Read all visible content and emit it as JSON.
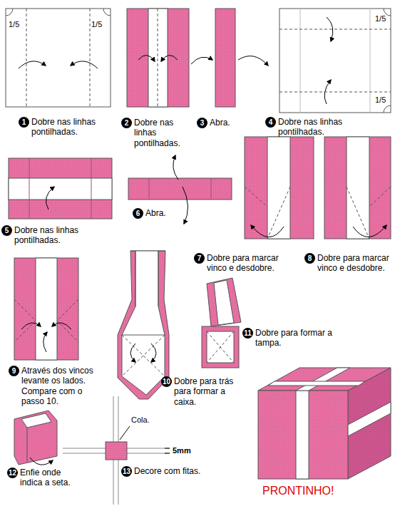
{
  "diagram": {
    "nodes": [
      {
        "text": [
          "1",
          "Dobre nas linhas pontilhadas."
        ]
      },
      {
        "text": [
          "2",
          "Dobre nas linhas pontilhadas."
        ]
      },
      {
        "text": [
          "3",
          "Abra."
        ]
      },
      {
        "text": [
          "4",
          "Dobre nas linhas pontilhadas."
        ]
      },
      {
        "text": [
          "5",
          "Dobre nas linhas pontilhadas."
        ]
      },
      {
        "text": [
          "6",
          "Abra."
        ]
      },
      {
        "text": [
          "7",
          "Dobre para marcar vinco e desdobre."
        ]
      },
      {
        "text": [
          "8",
          "Dobre para marcar vinco e desdobre."
        ]
      },
      {
        "text": [
          "9",
          "Através dos vincos levante os lados. Compare com o passo 10."
        ]
      },
      {
        "text": [
          "10",
          "Dobre para trás para formar a caixa."
        ]
      },
      {
        "text": [
          "11",
          "Dobre para formar a tampa."
        ]
      },
      {
        "text": [
          "12",
          "Enfie onde indica a seta."
        ]
      },
      {
        "text": [
          "13",
          "Decore com fitas."
        ]
      }
    ],
    "labels": [
      "1/5",
      "1/5",
      "1/5",
      "1/5",
      "Cola.",
      "5mm",
      "PRONTINHO!"
    ]
  }
}
